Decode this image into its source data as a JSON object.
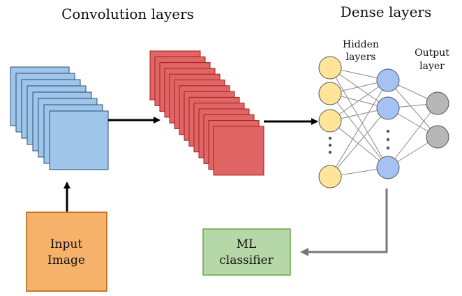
{
  "labels": {
    "convolution_layers": "Convolution layers",
    "dense_layers": "Dense layers",
    "hidden_line1": "Hidden",
    "hidden_line2": "layers",
    "output_line1": "Output",
    "output_line2": "layer",
    "input_line1": "Input",
    "input_line2": "Image",
    "ml_line1": "ML",
    "ml_line2": "classifier"
  },
  "colors": {
    "blue_fill": "#9fc5e8",
    "blue_stroke": "#2a4d7a",
    "red_fill": "#e06666",
    "red_stroke": "#a61c1c",
    "orange_fill": "#f6b26b",
    "orange_stroke": "#b45f06",
    "green_fill": "#b6d7a8",
    "green_stroke": "#6aa84f",
    "yellow_node": "#ffe599",
    "blue_node": "#a4c2f4",
    "gray_node": "#b7b7b7",
    "node_stroke": "#555555",
    "edge": "#888888",
    "arrow_black": "#000000",
    "arrow_gray": "#777777"
  }
}
